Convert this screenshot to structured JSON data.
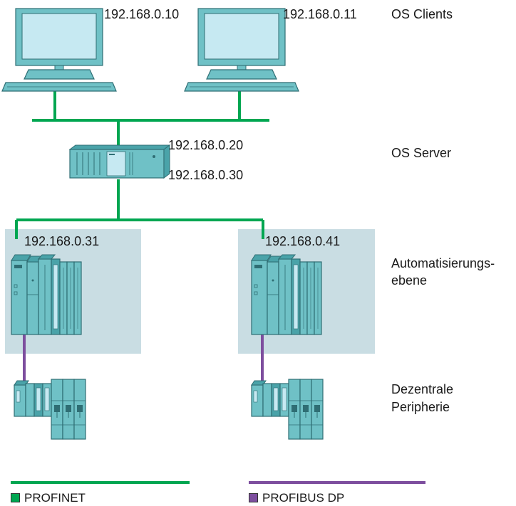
{
  "colors": {
    "profinet": "#00a651",
    "profibus": "#7d4e9e",
    "zone": "#c9dde3",
    "device_fill": "#6fc1c6",
    "device_dark": "#4aa3a9",
    "device_stroke": "#2f6e74",
    "monitor_screen": "#c6e9f2"
  },
  "clients": {
    "left_ip": "192.168.0.10",
    "right_ip": "192.168.0.11",
    "level_label": "OS Clients"
  },
  "server": {
    "ip_upper": "192.168.0.20",
    "ip_lower": "192.168.0.30",
    "level_label": "OS Server"
  },
  "automation": {
    "left_ip": "192.168.0.31",
    "right_ip": "192.168.0.41",
    "level_label_line1": "Automatisierungs-",
    "level_label_line2": "ebene"
  },
  "periphery": {
    "level_label_line1": "Dezentrale",
    "level_label_line2": "Peripherie"
  },
  "legend": {
    "profinet_label": "PROFINET",
    "profibus_label": "PROFIBUS DP"
  }
}
